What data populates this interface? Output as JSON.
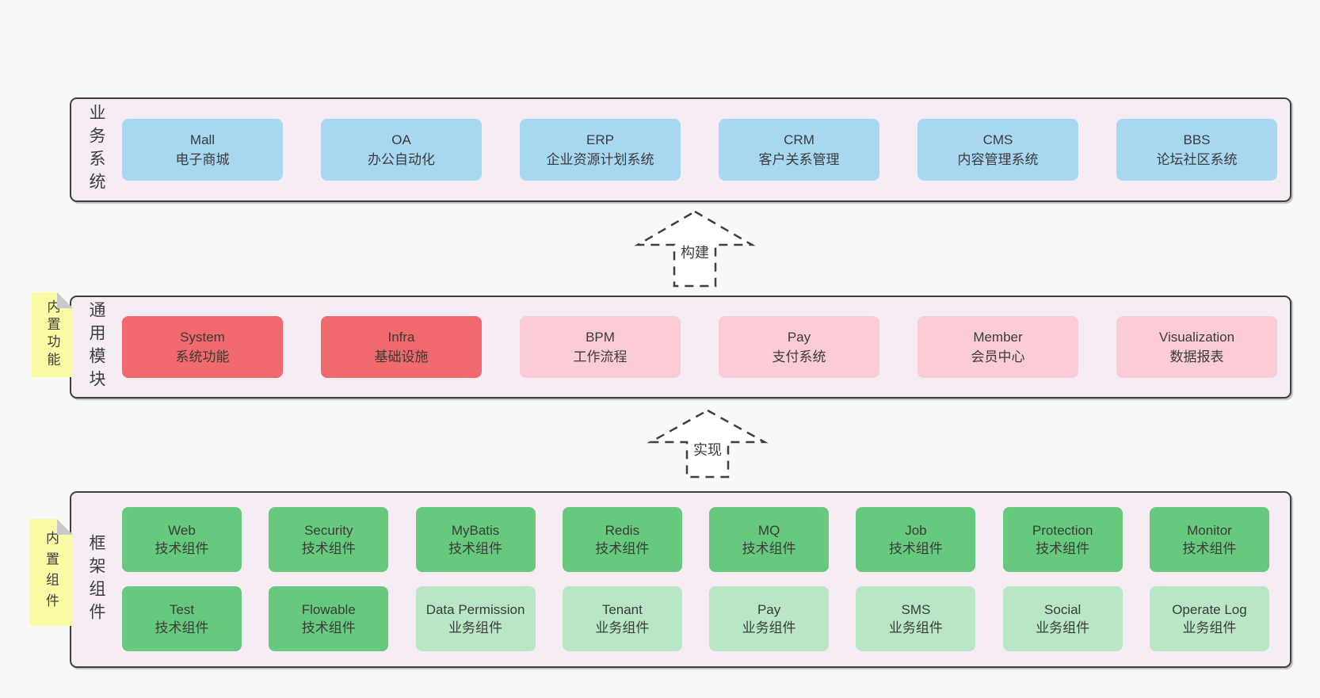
{
  "colors": {
    "page_bg": "#f8f8f8",
    "layer_bg": "#f6ecf4",
    "layer_border": "#3f3f3f",
    "box_blue": "#a8d8f1",
    "box_red": "#f0696c",
    "box_pink": "#fbccd6",
    "box_green": "#66c97e",
    "box_light_green": "#b9e7c6",
    "sticky_yellow": "#fbfba5",
    "fold_gray": "#c9c9c9",
    "text": "#3b3b3b"
  },
  "layers": {
    "business": {
      "label": "业务系统",
      "boxes": [
        {
          "en": "Mall",
          "zh": "电子商城"
        },
        {
          "en": "OA",
          "zh": "办公自动化"
        },
        {
          "en": "ERP",
          "zh": "企业资源计划系统"
        },
        {
          "en": "CRM",
          "zh": "客户关系管理"
        },
        {
          "en": "CMS",
          "zh": "内容管理系统"
        },
        {
          "en": "BBS",
          "zh": "论坛社区系统"
        }
      ]
    },
    "modules": {
      "label": "通用模块",
      "sticky": "内置功能",
      "boxes": [
        {
          "en": "System",
          "zh": "系统功能"
        },
        {
          "en": "Infra",
          "zh": "基础设施"
        },
        {
          "en": "BPM",
          "zh": "工作流程"
        },
        {
          "en": "Pay",
          "zh": "支付系统"
        },
        {
          "en": "Member",
          "zh": "会员中心"
        },
        {
          "en": "Visualization",
          "zh": "数据报表"
        }
      ]
    },
    "components": {
      "label": "框架组件",
      "sticky": "内置组件",
      "row1": [
        {
          "en": "Web",
          "zh": "技术组件"
        },
        {
          "en": "Security",
          "zh": "技术组件"
        },
        {
          "en": "MyBatis",
          "zh": "技术组件"
        },
        {
          "en": "Redis",
          "zh": "技术组件"
        },
        {
          "en": "MQ",
          "zh": "技术组件"
        },
        {
          "en": "Job",
          "zh": "技术组件"
        },
        {
          "en": "Protection",
          "zh": "技术组件"
        },
        {
          "en": "Monitor",
          "zh": "技术组件"
        }
      ],
      "row2": [
        {
          "en": "Test",
          "zh": "技术组件"
        },
        {
          "en": "Flowable",
          "zh": "技术组件"
        },
        {
          "en": "Data Permission",
          "zh": "业务组件"
        },
        {
          "en": "Tenant",
          "zh": "业务组件"
        },
        {
          "en": "Pay",
          "zh": "业务组件"
        },
        {
          "en": "SMS",
          "zh": "业务组件"
        },
        {
          "en": "Social",
          "zh": "业务组件"
        },
        {
          "en": "Operate Log",
          "zh": "业务组件"
        }
      ]
    }
  },
  "arrows": {
    "build": {
      "label": "构建"
    },
    "implement": {
      "label": "实现"
    }
  }
}
